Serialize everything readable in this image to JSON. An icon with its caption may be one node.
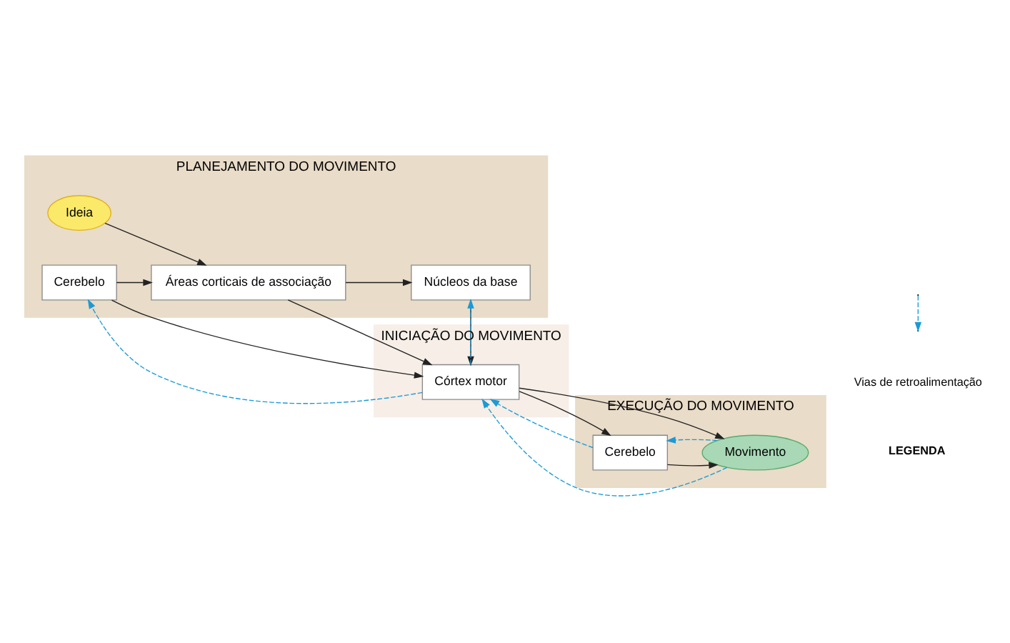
{
  "diagram": {
    "nodes": [
      {
        "text": [
          "PLANEJAMENTO DO MOVIMENTO"
        ]
      },
      {
        "text": [
          "INICIAÇÃO DO MOVIMENTO"
        ]
      },
      {
        "text": [
          "EXECUÇÃO DO MOVIMENTO"
        ]
      },
      {
        "text": [
          "Ideia"
        ],
        "in": 0
      },
      {
        "text": [
          "Núcleos da base"
        ],
        "in": 0
      },
      {
        "text": [
          "Áreas corticais de associação"
        ],
        "in": 0
      },
      {
        "text": [
          "Cerebelo"
        ],
        "in": 0
      },
      {
        "text": [
          "Córtex motor"
        ],
        "in": 1
      },
      {
        "text": [
          "Movimento"
        ],
        "in": 2
      },
      {
        "text": [
          "Cerebelo"
        ],
        "in": 2
      }
    ],
    "edges": [
      {
        "from": 3,
        "to": 5,
        "arrow": "to"
      },
      {
        "from": 5,
        "to": 4,
        "arrow": "to"
      },
      {
        "from": 5,
        "to": 7,
        "arrow": "to"
      },
      {
        "from": 4,
        "to": 7,
        "arrow": "to"
      },
      {
        "from": 6,
        "to": 5,
        "arrow": "to"
      },
      {
        "from": 6,
        "to": 7,
        "arrow": "to"
      },
      {
        "from": 7,
        "to": 4,
        "arrow": "to",
        "style": "dashed",
        "color": "#1b9ad6"
      },
      {
        "from": 7,
        "to": 6,
        "arrow": "to",
        "style": "dashed",
        "color": "#1b9ad6"
      },
      {
        "from": 7,
        "to": 8,
        "arrow": "to"
      },
      {
        "from": 7,
        "to": 9,
        "arrow": "to"
      },
      {
        "from": 9,
        "to": 8,
        "arrow": "to"
      },
      {
        "from": 8,
        "to": 7,
        "arrow": "to",
        "style": "dashed",
        "color": "#1b9ad6"
      },
      {
        "from": 8,
        "to": 9,
        "arrow": "to",
        "style": "dashed",
        "color": "#1b9ad6"
      },
      {
        "from": 9,
        "to": 7,
        "arrow": "to",
        "style": "dashed",
        "color": "#1b9ad6"
      }
    ],
    "labels": [
      "LEGENDA"
    ],
    "legend": [
      {
        "text": "Vias de retroalimentação"
      }
    ]
  }
}
